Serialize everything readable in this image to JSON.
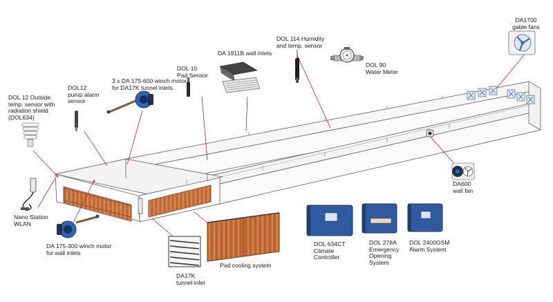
{
  "colors": {
    "callout_line": "#d31e25",
    "structure_line": "#6f6f6f",
    "wall_fill": "#f5f5f5",
    "pad_orange": "#c8703a",
    "controller_blue": "#2f5b9e",
    "motor_blue": "#2e64b8"
  },
  "labels": {
    "da1700": [
      "DA1700",
      "gable fans"
    ],
    "dol114": [
      "DOL 114 Humidity",
      "and  temp. sensor"
    ],
    "da1911b": [
      "DA 1911B wall Inlets"
    ],
    "dol90": [
      "DOL 90",
      "Water Meter"
    ],
    "dol10": [
      "DOL 10",
      "Pad Sensor"
    ],
    "winch175_600": [
      "3 x DA 175-600 winch motor",
      "for DA17K tunnel inlets"
    ],
    "dol12pump": [
      "DOL12",
      "pump alarm",
      "sensor"
    ],
    "dol12out": [
      "DOL 12 Outside",
      "temp. sensor with",
      "radiation shield",
      "(DOL634)"
    ],
    "nano": [
      "Nano Station",
      "WLAN"
    ],
    "winch175_300": [
      "DA 175-300 winch motor",
      "for wall inlets"
    ],
    "da17k": [
      "DA17K",
      "tunnel inlet"
    ],
    "pad": [
      "Pad cooling system"
    ],
    "dol634ct": [
      "DOL 634CT",
      "Climate",
      "Controller"
    ],
    "dol278a": [
      "DOL 278A",
      "Emergency",
      "Opening",
      "System"
    ],
    "dol2400gsm": [
      "DOL 2400GSM",
      "Alarm System"
    ],
    "da600": [
      "DA600",
      "wall fan"
    ]
  },
  "components": {
    "device_icons": [
      "gable-fan-icon",
      "wall-inlet-icon",
      "humidity-sensor-icon",
      "water-meter-icon",
      "pad-sensor-icon",
      "winch-motor-icon",
      "pump-alarm-sensor-icon",
      "radiation-shield-icon",
      "antenna-icon",
      "tunnel-inlet-icon",
      "pad-cooling-icon",
      "climate-controller-icon",
      "emergency-opening-icon",
      "alarm-system-icon",
      "wall-fan-icon"
    ]
  }
}
